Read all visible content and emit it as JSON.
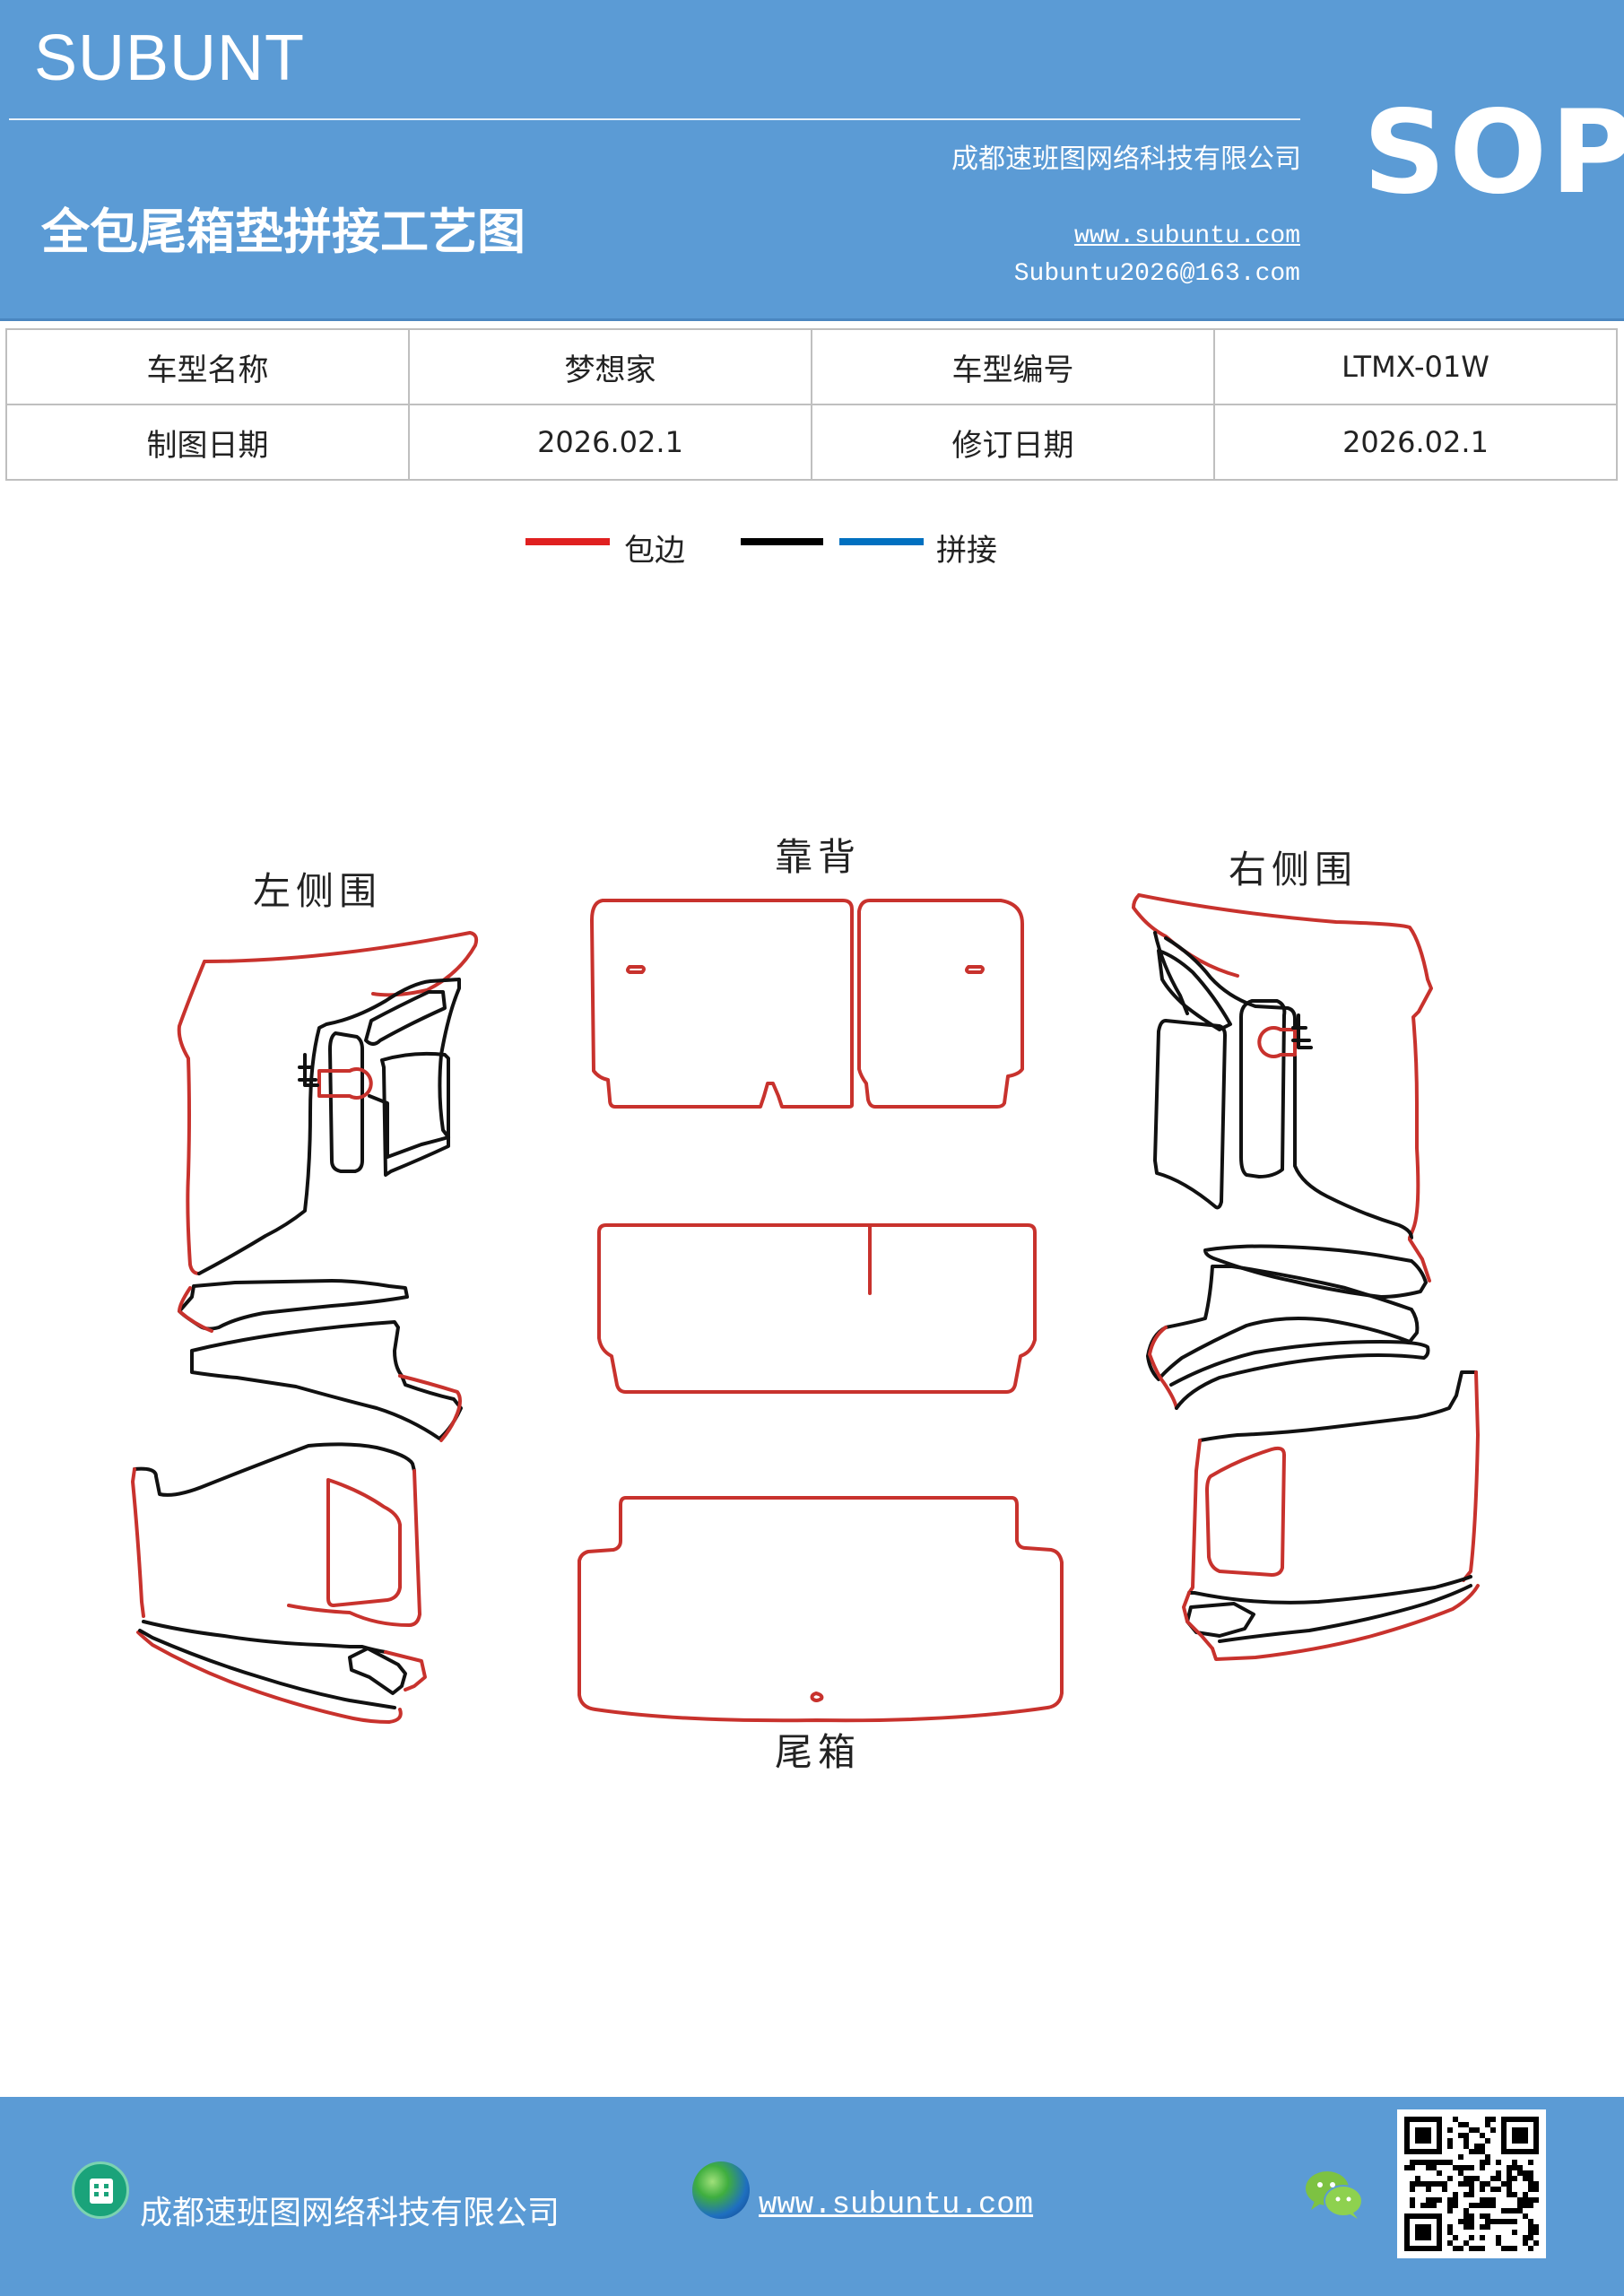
{
  "header": {
    "brand": "SUBUNT",
    "company": "成都速班图网络科技有限公司",
    "title": "全包尾箱垫拼接工艺图",
    "website": "www.subuntu.com",
    "email": "Subuntu2026@163.com",
    "badge": "SOP"
  },
  "info_table": {
    "rows": [
      [
        "车型名称",
        "梦想家",
        "车型编号",
        "LTMX-01W"
      ],
      [
        "制图日期",
        "2026.02.1",
        "修订日期",
        "2026.02.1"
      ]
    ]
  },
  "legend": {
    "items": [
      {
        "label": "包边",
        "colors": [
          "#e02020"
        ]
      },
      {
        "label": "拼接",
        "colors": [
          "#000000",
          "#0070c0"
        ]
      }
    ]
  },
  "diagram": {
    "labels": {
      "left_side": "左侧围",
      "back": "靠背",
      "right_side": "右侧围",
      "trunk": "尾箱"
    },
    "stroke_colors": {
      "edge": "#c8322d",
      "seam": "#111111"
    }
  },
  "footer": {
    "company": "成都速班图网络科技有限公司",
    "website": "www.subuntu.com",
    "icons": [
      "building-icon",
      "globe-icon",
      "wechat-icon",
      "qr-code"
    ]
  }
}
